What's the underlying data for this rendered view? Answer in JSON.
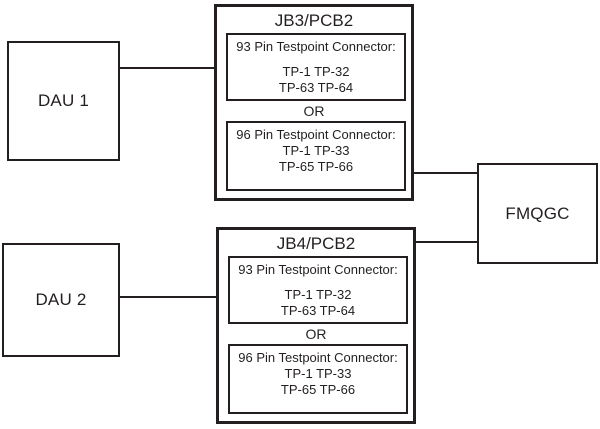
{
  "colors": {
    "ink": "#231f20",
    "background": "#ffffff"
  },
  "nodes": {
    "dau1": {
      "label": "DAU 1"
    },
    "dau2": {
      "label": "DAU 2"
    },
    "fmqgc": {
      "label": "FMQGC"
    },
    "jb3": {
      "title": "JB3/PCB2",
      "or_label": "OR",
      "pin93": {
        "header": "93 Pin Testpoint Connector:",
        "row1": "TP-1 TP-32",
        "row2": "TP-63 TP-64"
      },
      "pin96": {
        "header": "96 Pin Testpoint Connector:",
        "row1": "TP-1 TP-33",
        "row2": "TP-65 TP-66"
      }
    },
    "jb4": {
      "title": "JB4/PCB2",
      "or_label": "OR",
      "pin93": {
        "header": "93 Pin Testpoint Connector:",
        "row1": "TP-1 TP-32",
        "row2": "TP-63 TP-64"
      },
      "pin96": {
        "header": "96 Pin Testpoint Connector:",
        "row1": "TP-1 TP-33",
        "row2": "TP-65 TP-66"
      }
    }
  },
  "connections": [
    {
      "from": "DAU 1",
      "to": "JB3/PCB2"
    },
    {
      "from": "DAU 2",
      "to": "JB4/PCB2"
    },
    {
      "from": "JB3/PCB2",
      "to": "FMQGC"
    },
    {
      "from": "JB4/PCB2",
      "to": "FMQGC"
    }
  ]
}
